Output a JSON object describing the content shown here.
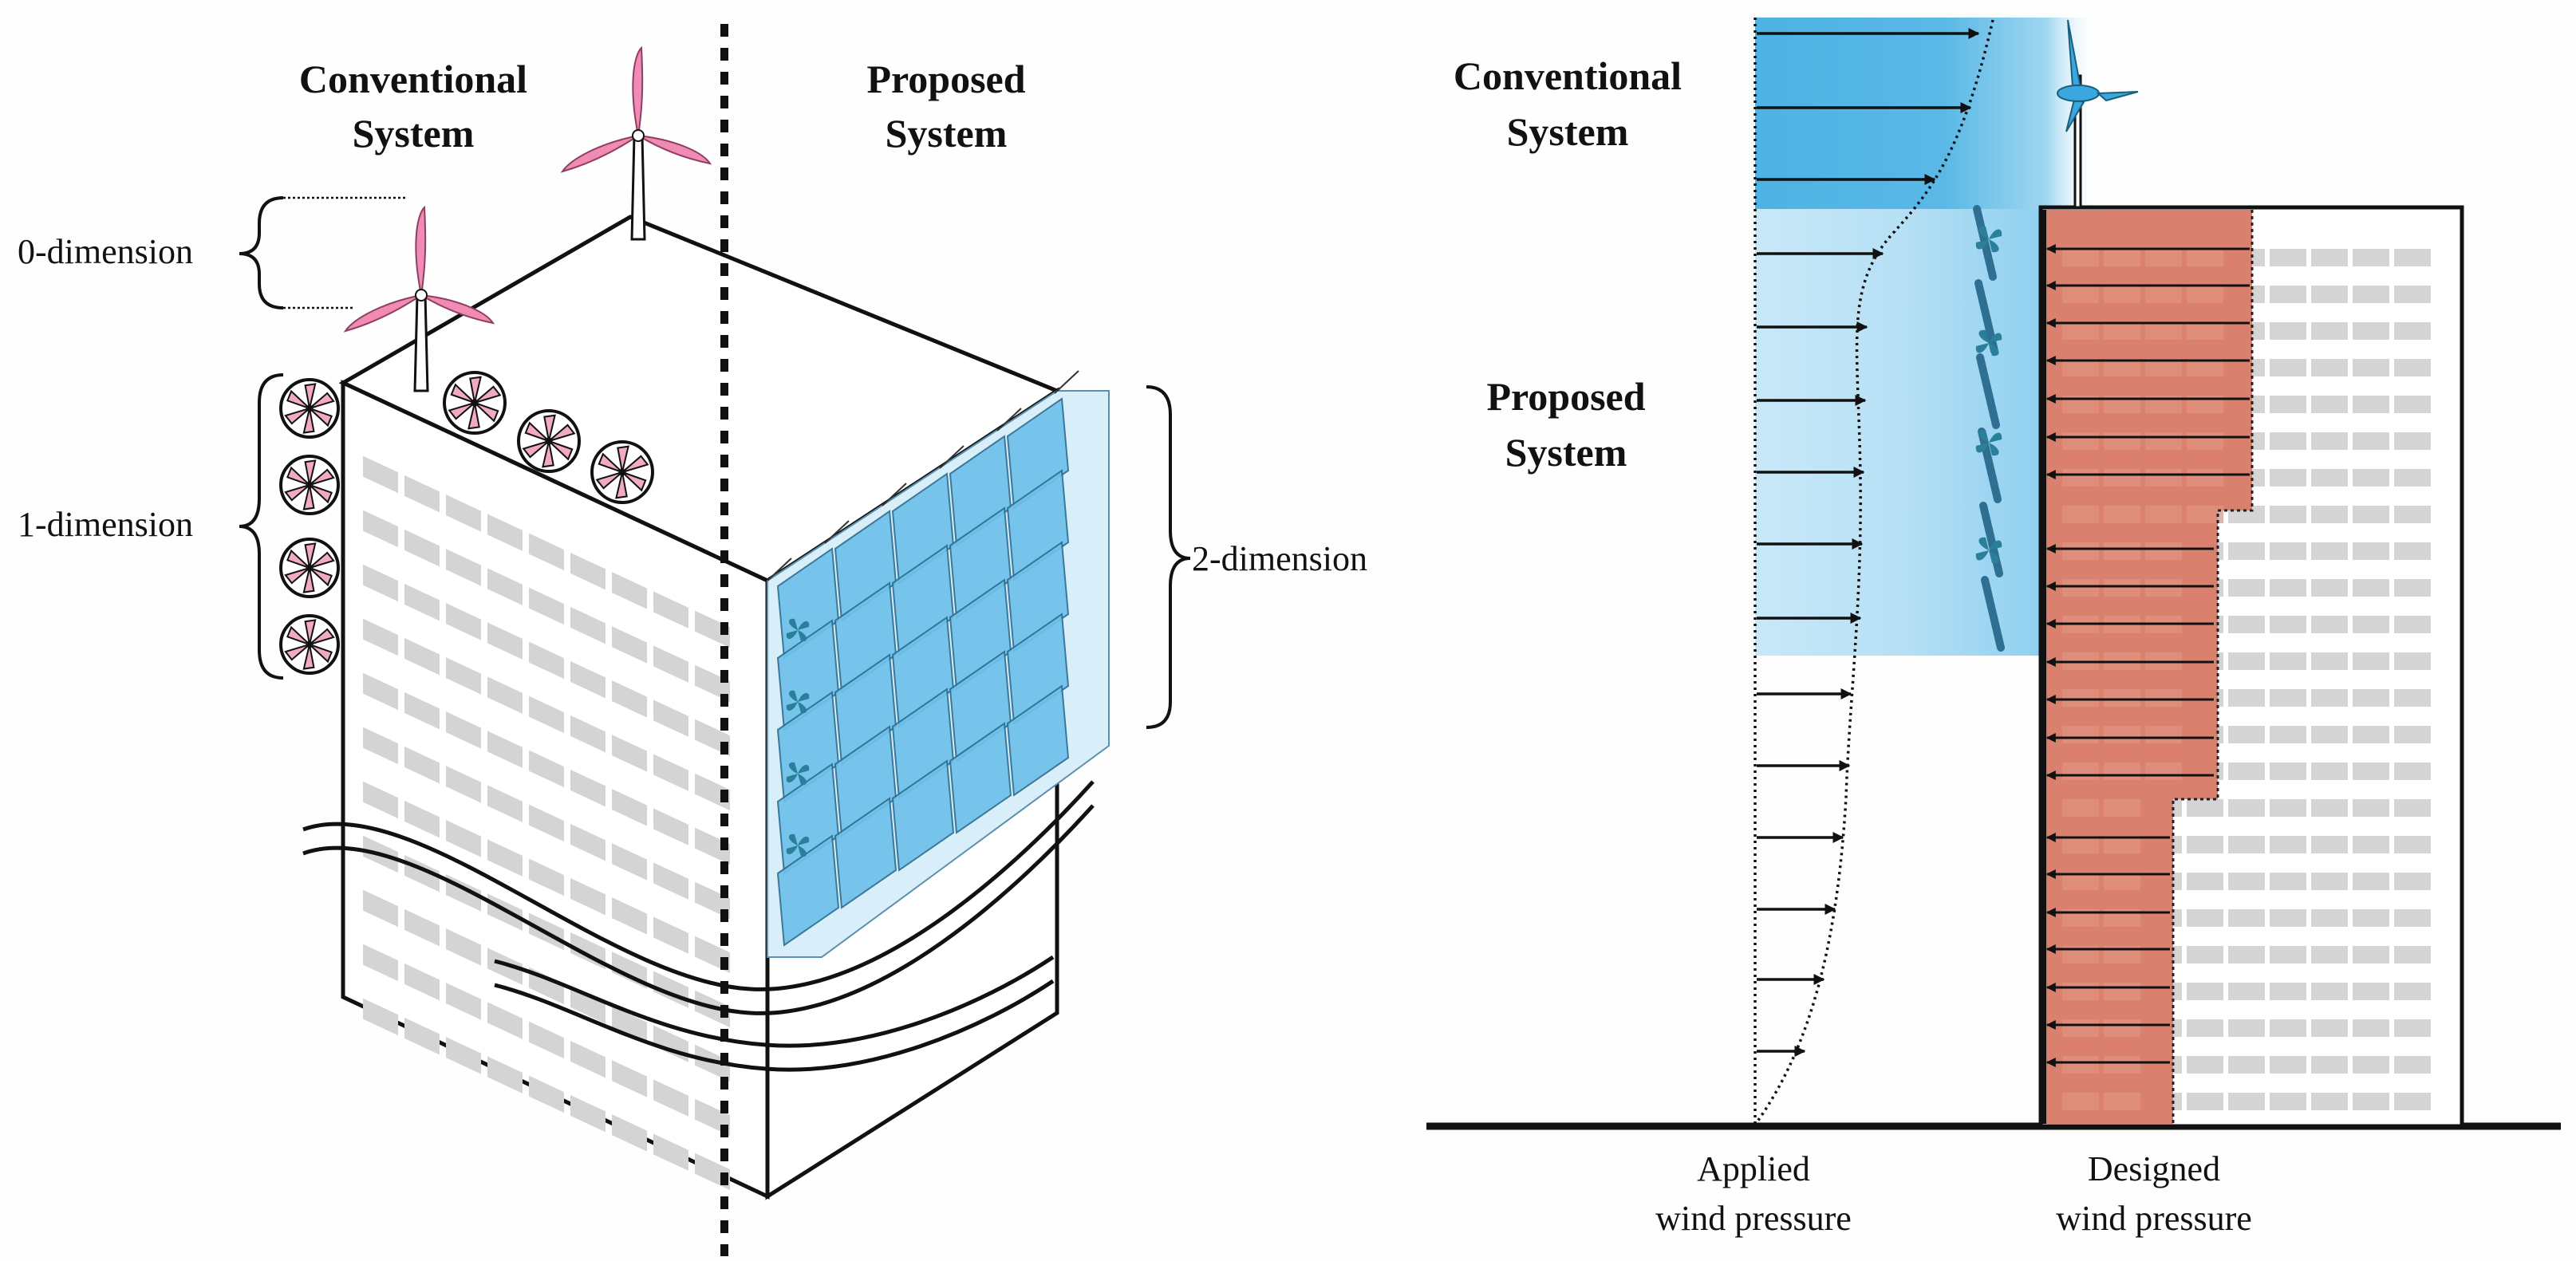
{
  "left_panel": {
    "conventional_title": [
      "Conventional",
      "System"
    ],
    "proposed_title": [
      "Proposed",
      "System"
    ],
    "dim0_label": "0-dimension",
    "dim1_label": "1-dimension",
    "dim2_label": "2-dimension"
  },
  "right_panel": {
    "conventional_title": [
      "Conventional",
      "System"
    ],
    "proposed_title": [
      "Proposed",
      "System"
    ],
    "applied_label": [
      "Applied",
      "wind pressure"
    ],
    "designed_label": [
      "Designed",
      "wind pressure"
    ]
  },
  "colors": {
    "turbine_pink": "#f08cb4",
    "panel_blue": "#6ec1ea",
    "flow_blue_dark": "#5ab8e6",
    "flow_blue_light": "#c4e6f7",
    "pressure_red": "#d9806e",
    "window_gray": "#d4d4d4",
    "fan_teal": "#2a7f9a"
  }
}
